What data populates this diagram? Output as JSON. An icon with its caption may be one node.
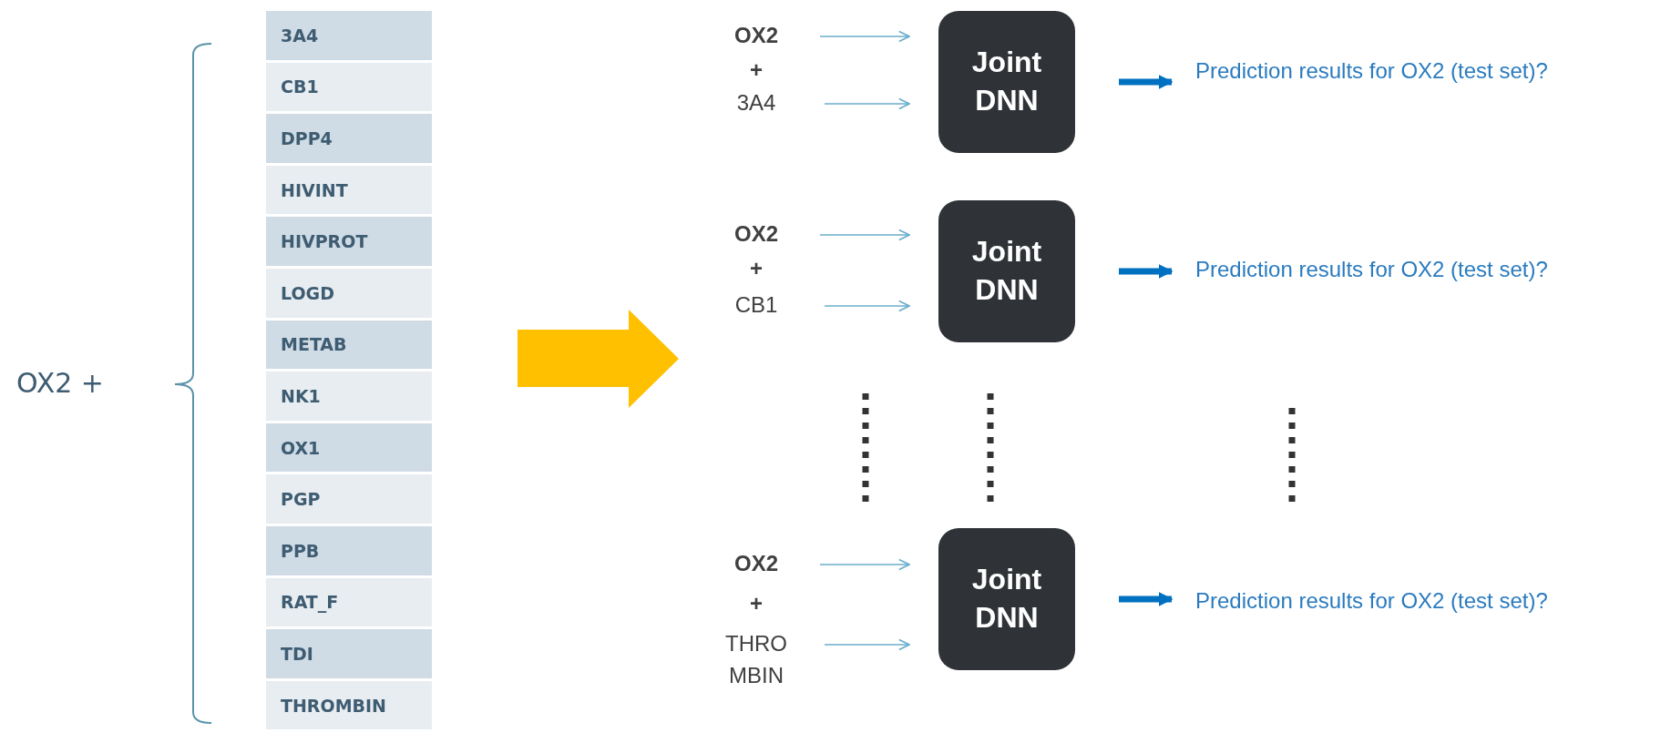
{
  "diagram": {
    "nodes": [
      {
        "text": [
          "OX2"
        ]
      },
      {
        "text": [
          "3A4"
        ]
      },
      {
        "text": [
          "Joint DNN"
        ]
      },
      {
        "text": [
          "Prediction results for OX2 (test set)?"
        ]
      },
      {
        "text": [
          "OX2"
        ]
      },
      {
        "text": [
          "CB1"
        ]
      },
      {
        "text": [
          "Joint DNN"
        ]
      },
      {
        "text": [
          "Prediction results for OX2 (test set)?"
        ]
      },
      {
        "text": [
          "OX2"
        ]
      },
      {
        "text": [
          "THRO MBIN"
        ]
      },
      {
        "text": [
          "Joint DNN"
        ]
      },
      {
        "text": [
          "Prediction results for OX2 (test set)?"
        ]
      }
    ],
    "edges": [
      {
        "from": 0,
        "to": 2,
        "arrow": "to"
      },
      {
        "from": 1,
        "to": 2,
        "arrow": "to"
      },
      {
        "from": 2,
        "to": 3,
        "arrow": "to",
        "style": "thick",
        "color": "#0070c0"
      },
      {
        "from": 4,
        "to": 6,
        "arrow": "to"
      },
      {
        "from": 5,
        "to": 6,
        "arrow": "to"
      },
      {
        "from": 6,
        "to": 7,
        "arrow": "to",
        "style": "thick",
        "color": "#0070c0"
      },
      {
        "from": 8,
        "to": 10,
        "arrow": "to"
      },
      {
        "from": 9,
        "to": 10,
        "arrow": "to"
      },
      {
        "from": 10,
        "to": 11,
        "arrow": "to",
        "style": "thick",
        "color": "#0070c0"
      }
    ],
    "labels": [
      "OX2 +",
      "3A4",
      "CB1",
      "DPP4",
      "HIVINT",
      "HIVPROT",
      "LOGD",
      "METAB",
      "NK1",
      "OX1",
      "PGP",
      "PPB",
      "RAT_F",
      "TDI",
      "THROMBIN",
      "+",
      "+",
      "+"
    ]
  }
}
